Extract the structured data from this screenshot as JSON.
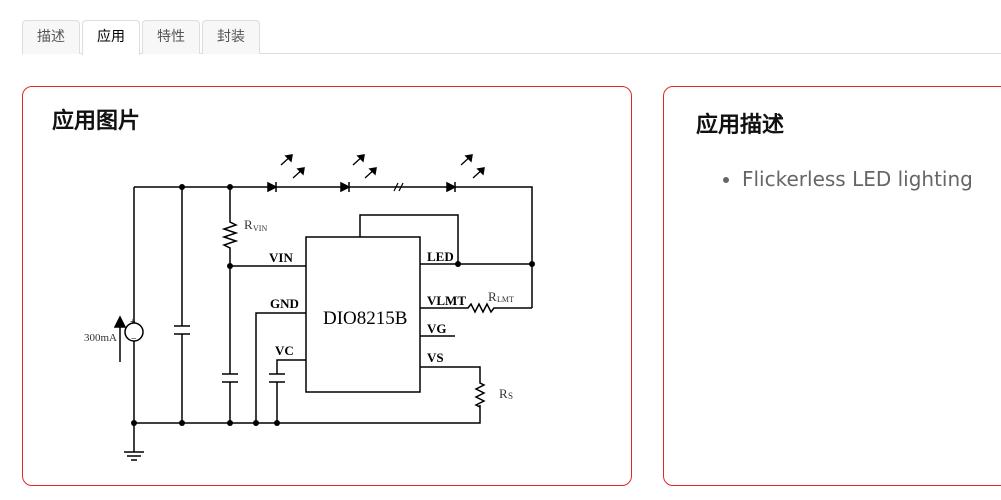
{
  "tabs": [
    {
      "label": "描述"
    },
    {
      "label": "应用",
      "active": true
    },
    {
      "label": "特性"
    },
    {
      "label": "封装"
    }
  ],
  "app_image": {
    "title": "应用图片",
    "schematic": {
      "chip": "DIO8215B",
      "pins": {
        "vin": "VIN",
        "gnd": "GND",
        "vc": "VC",
        "led": "LED",
        "vlmt": "VLMT",
        "vg": "VG",
        "vs": "VS"
      },
      "rvin": "R",
      "rvin_sub": "VIN",
      "rlmt": "R",
      "rlmt_sub": "LMT",
      "rs": "R",
      "rs_sub": "S",
      "source": "300mA"
    }
  },
  "app_desc": {
    "title": "应用描述",
    "items": [
      "Flickerless LED lighting"
    ]
  },
  "colors": {
    "card_border": "#e4262b"
  }
}
